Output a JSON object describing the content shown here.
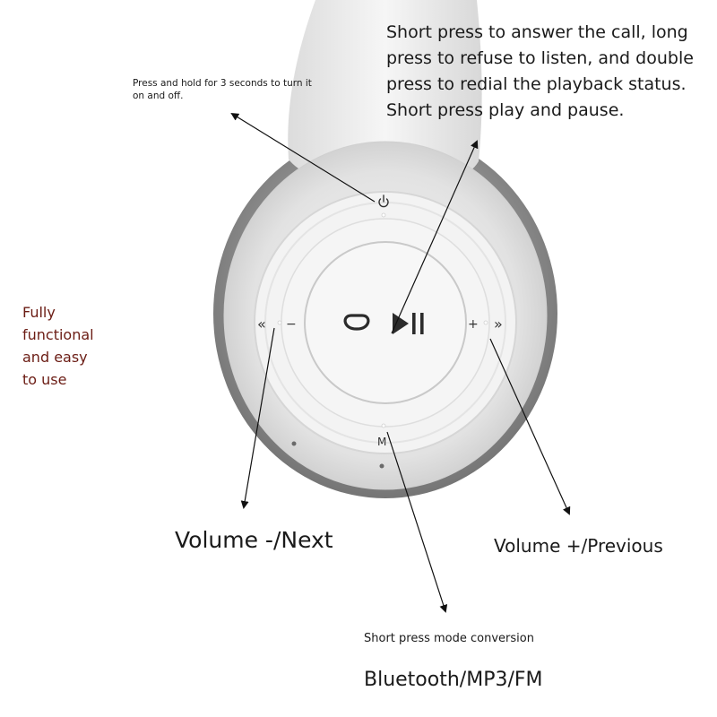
{
  "labels": {
    "power": "Press and hold for 3 seconds to turn it on and off.",
    "play_lines": [
      "Short press to answer the call, long",
      "press to refuse to listen, and double",
      "press to redial the playback status.",
      "Short press play and pause."
    ],
    "fully_lines": [
      "Fully",
      "functional",
      "and easy",
      "to use"
    ],
    "volume_minus": "Volume -/Next",
    "volume_plus": "Volume +/Previous",
    "mode": "Short press mode conversion",
    "modes": "Bluetooth/MP3/FM"
  },
  "button_glyphs": {
    "rewind": "«",
    "minus": "−",
    "plus": "+",
    "forward": "»",
    "mode": "M"
  },
  "icons": [
    "power-icon",
    "phone-icon",
    "play-pause-icon"
  ],
  "colors": {
    "text": "#1a1a1a",
    "accent_text": "#6b1c14",
    "body": "#f1f1f1",
    "cup_dark": "#8f8f8f"
  }
}
